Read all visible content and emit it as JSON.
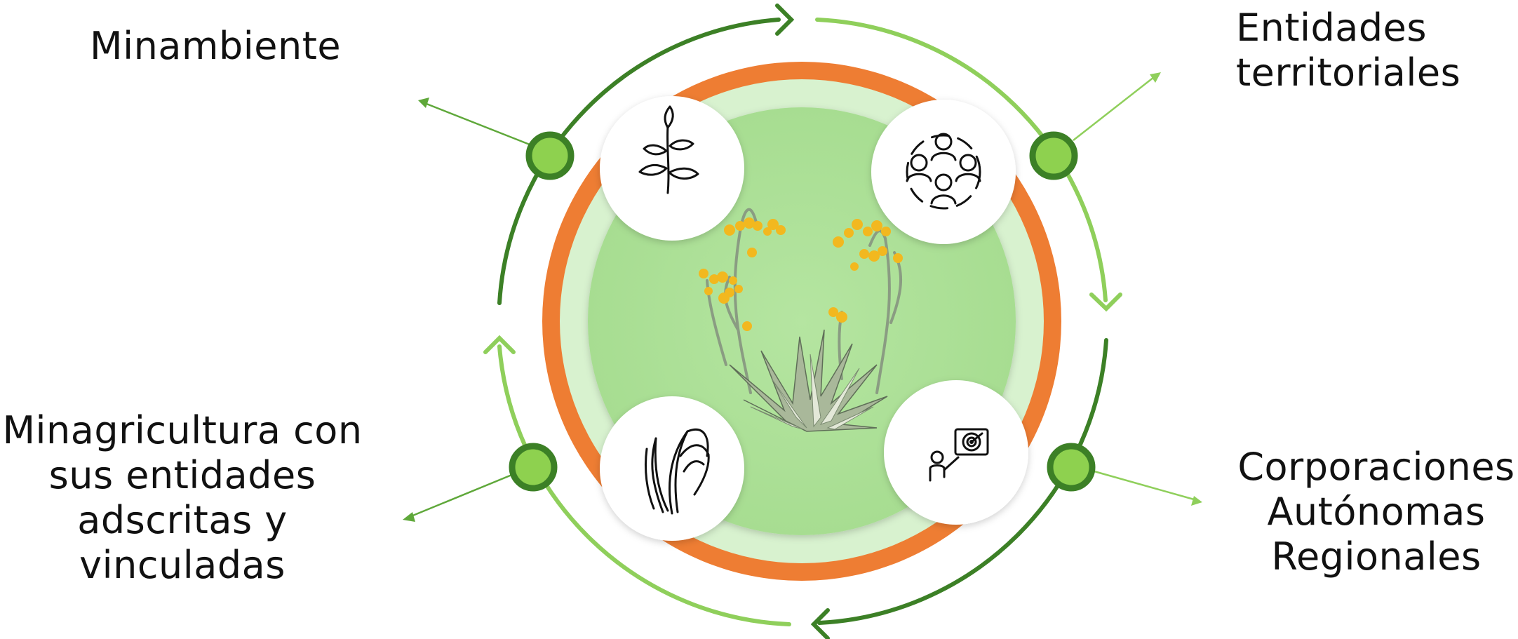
{
  "diagram": {
    "center_image": "plant-illustration",
    "accent_colors": {
      "orange_ring": "#ee7d33",
      "light_green": "#b1e39d",
      "pale_green": "#d8f2cf",
      "dark_green_arrow": "#3c8026",
      "light_green_arrow": "#8fcf5b",
      "node_fill": "#8ed14f",
      "node_stroke": "#3c8026"
    },
    "nodes": [
      {
        "label": "Minambiente",
        "icon": "sprout-icon"
      },
      {
        "label": "Entidades\nterritoriales",
        "icon": "people-network-icon"
      },
      {
        "label": "Corporaciones\nAutónomas\nRegionales",
        "icon": "presentation-target-icon"
      },
      {
        "label": "Minagricultura con\nsus entidades\nadscritas y\nvinculadas",
        "icon": "grass-leaves-icon"
      }
    ]
  }
}
